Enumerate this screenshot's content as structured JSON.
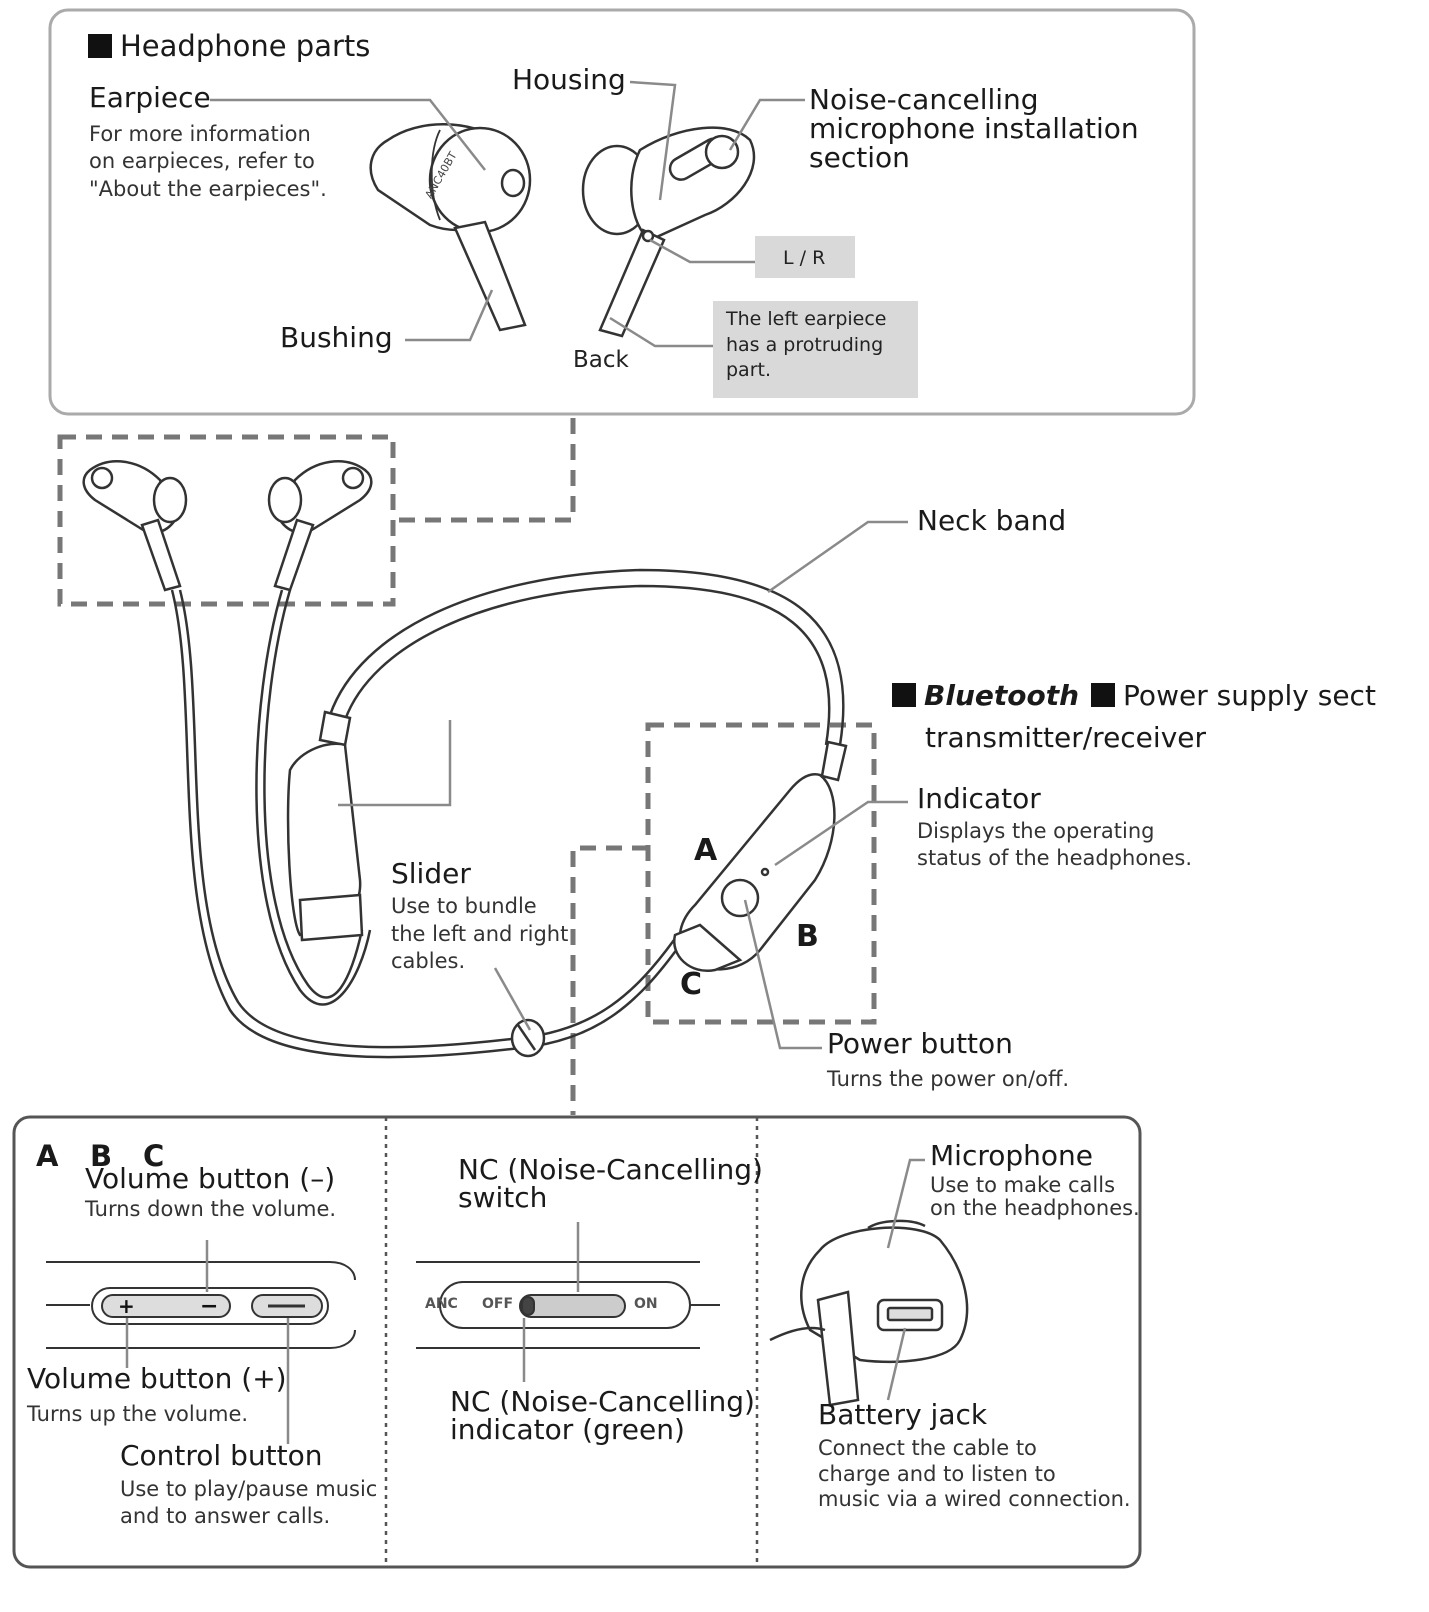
{
  "headphone_parts": {
    "title": "Headphone parts",
    "earpiece": {
      "label": "Earpiece",
      "desc": [
        "For more information",
        "on earpieces, refer to",
        "\"About the earpieces\"."
      ]
    },
    "housing": "Housing",
    "nc_mic": [
      "Noise-cancelling",
      "microphone installation",
      "section"
    ],
    "lr": "L / R",
    "bushing": "Bushing",
    "back": "Back",
    "left_note": [
      "The left earpiece",
      "has a protruding",
      "part."
    ],
    "earpiece_text": "ANC40BT"
  },
  "neck_band": "Neck band",
  "bluetooth": {
    "title_bt": "Bluetooth",
    "title_power": "Power supply sect",
    "subtitle": "transmitter/receiver"
  },
  "indicator": {
    "label": "Indicator",
    "desc": [
      "Displays the operating",
      "status of the headphones."
    ]
  },
  "slider": {
    "label": "Slider",
    "desc": [
      "Use to bundle",
      "the left and right",
      "cables."
    ]
  },
  "markers": {
    "a": "A",
    "b": "B",
    "c": "C"
  },
  "power_button": {
    "label": "Power button",
    "desc": "Turns the power on/off."
  },
  "panel_a": {
    "letters": [
      "A",
      "B",
      "C"
    ],
    "vol_minus": {
      "label": "Volume button (–)",
      "desc": "Turns down the volume."
    },
    "vol_plus": {
      "label": "Volume button (+)",
      "desc": "Turns up the volume."
    },
    "control": {
      "label": "Control button",
      "desc": [
        "Use to play/pause music",
        "and to answer calls."
      ]
    }
  },
  "panel_b": {
    "switch": [
      "NC (Noise-Cancelling)",
      "switch"
    ],
    "anc": "ANC",
    "off": "OFF",
    "on": "ON",
    "indicator": [
      "NC (Noise-Cancelling)",
      "indicator (green)"
    ]
  },
  "panel_c": {
    "mic": {
      "label": "Microphone",
      "desc": [
        "Use to make calls",
        "on the headphones."
      ]
    },
    "jack": {
      "label": "Battery jack",
      "desc": [
        "Connect the cable to",
        "charge and to listen to",
        "music via a wired connection."
      ]
    }
  },
  "colors": {
    "leader": "#8a8a8a",
    "dash": "#777777",
    "note_bg": "#d9d9d9",
    "frame": "#9a9a9a"
  }
}
